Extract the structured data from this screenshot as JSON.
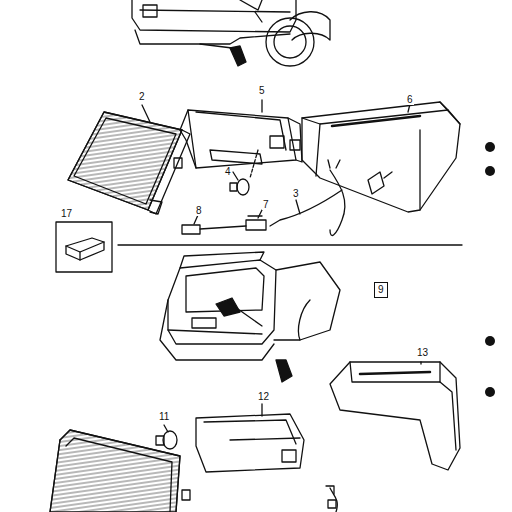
{
  "diagram": {
    "nodes": [
      {
        "text": [
          "9"
        ]
      }
    ],
    "labels": [
      "2",
      "5",
      "6",
      "4",
      "3",
      "8",
      "7",
      "17",
      "13",
      "12",
      "11"
    ]
  }
}
